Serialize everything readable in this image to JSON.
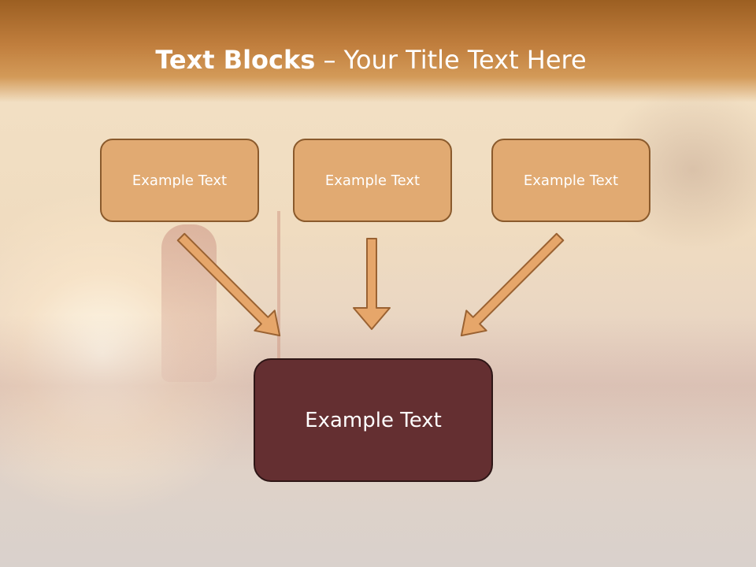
{
  "title": {
    "bold": "Text Blocks",
    "rest": " – Your Title Text Here"
  },
  "blocks": [
    {
      "label": "Example Text"
    },
    {
      "label": "Example Text"
    },
    {
      "label": "Example Text"
    }
  ],
  "main_block": {
    "label": "Example Text"
  },
  "colors": {
    "header": "#c17f3e",
    "block_fill": "#e1aa72",
    "block_border": "#8a5a2c",
    "main_fill": "#642f31",
    "arrow_fill": "#e6a66a",
    "arrow_stroke": "#9a6232"
  }
}
